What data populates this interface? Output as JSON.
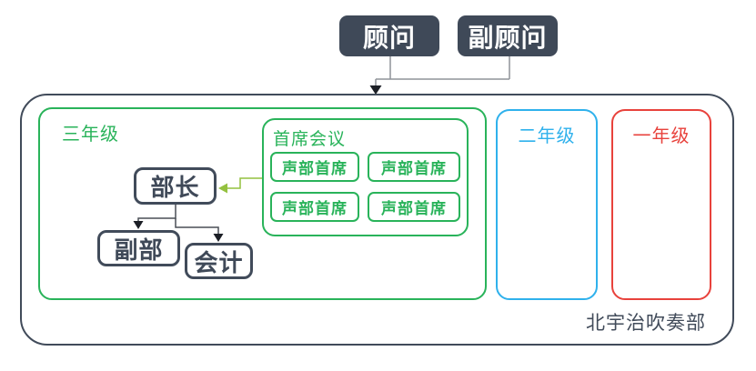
{
  "diagram": {
    "advisor_label": "顾问",
    "vice_advisor_label": "副顾问",
    "club_name": "北宇治吹奏部",
    "grade3": {
      "label": "三年级",
      "president": "部长",
      "vice_president": "副部",
      "accountant": "会计",
      "chief_meeting": {
        "title": "首席会议",
        "members": [
          "声部首席",
          "声部首席",
          "声部首席",
          "声部首席"
        ]
      }
    },
    "grade2": {
      "label": "二年级"
    },
    "grade1": {
      "label": "一年级"
    }
  },
  "colors": {
    "dark_slate": "#3f4958",
    "green": "#29b35a",
    "blue": "#2fb1ec",
    "red": "#e8423c",
    "connector_gray": "#8f9399",
    "connector_dark": "#4a4f57",
    "arrow_black": "#1c1f26",
    "arrow_light_green": "#94c13f"
  }
}
